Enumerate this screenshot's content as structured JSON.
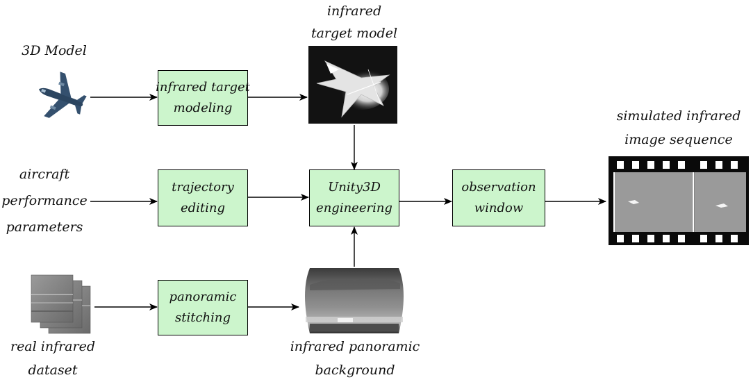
{
  "inputs": {
    "model_label": "3D Model",
    "aircraft_lines": [
      "aircraft",
      "performance",
      "parameters"
    ],
    "dataset_lines": [
      "real infrared",
      "dataset"
    ]
  },
  "boxes": {
    "infrared_target_modeling": [
      "infrared target",
      "modeling"
    ],
    "trajectory_editing": [
      "trajectory",
      "editing"
    ],
    "panoramic_stitching": [
      "panoramic",
      "stitching"
    ],
    "unity3d_engineering": [
      "Unity3D",
      "engineering"
    ],
    "observation_window": [
      "observation",
      "window"
    ]
  },
  "images": {
    "target_model_lines": [
      "infrared",
      "target model"
    ],
    "panoramic_background_lines": [
      "infrared panoramic",
      "background"
    ],
    "output_lines": [
      "simulated infrared",
      "image sequence"
    ]
  },
  "colors": {
    "box_fill": "#ccf5cc",
    "line": "#000000"
  },
  "icons": {
    "airplane": "airplane-icon",
    "infrared_frames": "infrared-frames-icon",
    "target_render": "infrared-target-render",
    "panorama": "infrared-panorama-image",
    "film_strip": "film-strip-icon"
  }
}
